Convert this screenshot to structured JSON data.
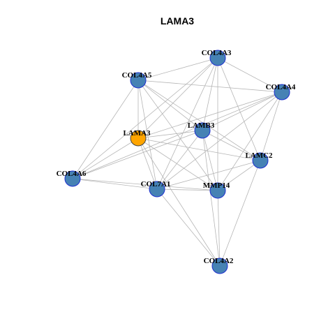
{
  "title": "LAMA3",
  "colors": {
    "focus_fill": "#FFA500",
    "focus_stroke": "#444444",
    "node_fill": "#4682B4",
    "node_stroke": "#1E2FD0",
    "edge": "#B5B5B5"
  },
  "nodes": [
    {
      "id": "COL4A3",
      "label": "COL4A3",
      "focus": false
    },
    {
      "id": "COL4A5",
      "label": "COL4A5",
      "focus": false
    },
    {
      "id": "COL4A4",
      "label": "COL4A4",
      "focus": false
    },
    {
      "id": "LAMB3",
      "label": "LAMB3",
      "focus": false
    },
    {
      "id": "LAMA3",
      "label": "LAMA3",
      "focus": true
    },
    {
      "id": "LAMC2",
      "label": "LAMC2",
      "focus": false
    },
    {
      "id": "COL4A6",
      "label": "COL4A6",
      "focus": false
    },
    {
      "id": "COL7A1",
      "label": "COL7A1",
      "focus": false
    },
    {
      "id": "MMP14",
      "label": "MMP14",
      "focus": false
    },
    {
      "id": "COL4A2",
      "label": "COL4A2",
      "focus": false
    }
  ],
  "edges": [
    [
      "COL4A3",
      "COL4A5"
    ],
    [
      "COL4A3",
      "COL4A4"
    ],
    [
      "COL4A3",
      "LAMB3"
    ],
    [
      "COL4A3",
      "LAMA3"
    ],
    [
      "COL4A3",
      "LAMC2"
    ],
    [
      "COL4A3",
      "COL7A1"
    ],
    [
      "COL4A3",
      "MMP14"
    ],
    [
      "COL4A3",
      "COL4A6"
    ],
    [
      "COL4A5",
      "COL4A4"
    ],
    [
      "COL4A5",
      "LAMB3"
    ],
    [
      "COL4A5",
      "LAMA3"
    ],
    [
      "COL4A5",
      "LAMC2"
    ],
    [
      "COL4A5",
      "COL4A6"
    ],
    [
      "COL4A5",
      "COL7A1"
    ],
    [
      "COL4A5",
      "MMP14"
    ],
    [
      "COL4A4",
      "LAMB3"
    ],
    [
      "COL4A4",
      "LAMA3"
    ],
    [
      "COL4A4",
      "LAMC2"
    ],
    [
      "COL4A4",
      "COL7A1"
    ],
    [
      "COL4A4",
      "MMP14"
    ],
    [
      "COL4A4",
      "COL4A6"
    ],
    [
      "LAMB3",
      "LAMA3"
    ],
    [
      "LAMB3",
      "LAMC2"
    ],
    [
      "LAMB3",
      "COL7A1"
    ],
    [
      "LAMB3",
      "MMP14"
    ],
    [
      "LAMB3",
      "COL4A6"
    ],
    [
      "LAMB3",
      "COL4A2"
    ],
    [
      "LAMA3",
      "LAMC2"
    ],
    [
      "LAMA3",
      "COL7A1"
    ],
    [
      "LAMA3",
      "MMP14"
    ],
    [
      "LAMA3",
      "COL4A6"
    ],
    [
      "LAMA3",
      "COL4A2"
    ],
    [
      "LAMC2",
      "COL7A1"
    ],
    [
      "LAMC2",
      "MMP14"
    ],
    [
      "LAMC2",
      "COL4A2"
    ],
    [
      "COL4A6",
      "COL7A1"
    ],
    [
      "COL4A6",
      "MMP14"
    ],
    [
      "COL7A1",
      "MMP14"
    ],
    [
      "COL7A1",
      "COL4A2"
    ],
    [
      "MMP14",
      "COL4A2"
    ]
  ]
}
